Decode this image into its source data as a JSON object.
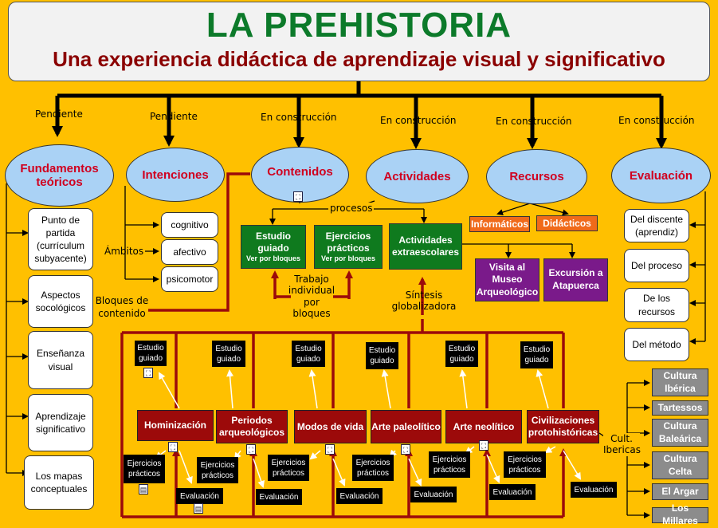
{
  "title": "LA PREHISTORIA",
  "subtitle": "Una experiencia didáctica de aprendizaje visual y significativo",
  "status": {
    "fundamentos": "Pendiente",
    "intenciones": "Pendiente",
    "contenidos": "En construcción",
    "actividades": "En construcción",
    "recursos": "En construcción",
    "evaluacion": "En construcción"
  },
  "ovals": {
    "fundamentos": "Fundamentos teóricos",
    "intenciones": "Intenciones",
    "contenidos": "Contenidos",
    "actividades": "Actividades",
    "recursos": "Recursos",
    "evaluacion": "Evaluación"
  },
  "fundamentos_items": [
    "Punto de partida (currículum subyacente)",
    "Aspectos socológicos",
    "Enseñanza visual",
    "Aprendizaje significativo",
    "Los mapas conceptuales"
  ],
  "intenciones": {
    "ambitos_label": "Ámbitos",
    "items": [
      "cognitivo",
      "afectivo",
      "psicomotor"
    ]
  },
  "bloques_label": "Bloques de contenido",
  "procesos_label": "procesos",
  "estudio_guiado": {
    "title": "Estudio guiado",
    "sub": "Ver por bloques"
  },
  "ejercicios_practicos": {
    "title": "Ejercicios prácticos",
    "sub": "Ver por bloques"
  },
  "actividades_extra": "Actividades extraescolares",
  "trabajo_label": "Trabajo individual por bloques",
  "sintesis_label": "Síntesis globalizadora",
  "recursos_items": [
    "Informáticos",
    "Didácticos"
  ],
  "visitas": [
    "Visita al Museo Arqueológico",
    "Excursión a Atapuerca"
  ],
  "evaluacion_items": [
    "Del discente (aprendiz)",
    "Del proceso",
    "De los recursos",
    "Del método"
  ],
  "blocks": [
    {
      "name": "Hominización"
    },
    {
      "name": "Periodos arqueológicos"
    },
    {
      "name": "Modos de vida"
    },
    {
      "name": "Arte paleolítico"
    },
    {
      "name": "Arte neolítico"
    },
    {
      "name": "Civilizaciones protohistóricas"
    }
  ],
  "block_subs": {
    "estudio": "Estudio guiado",
    "ejercicios": "Ejercicios prácticos",
    "evaluacion": "Evaluación"
  },
  "cult_label": "Cult. Ibericas",
  "culturas": [
    "Cultura Ibérica",
    "Tartessos",
    "Cultura Baleárica",
    "Cultura Celta",
    "El Argar",
    "Los Millares"
  ],
  "colors": {
    "background": "#ffc000",
    "title_green": "#0c7a2a",
    "subtitle_red": "#8b0000",
    "oval_blue": "#aad2f5",
    "oval_text": "#d0001f",
    "green_box": "#0f7a1e",
    "orange_box": "#f06a1a",
    "purple_box": "#7a1a8a",
    "block_red": "#9c0a0a",
    "culture_gray": "#8c8c8c"
  }
}
